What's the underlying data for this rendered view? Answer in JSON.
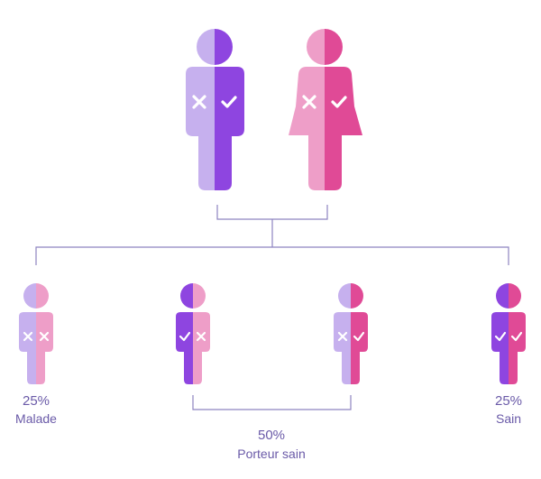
{
  "colors": {
    "light_purple": "#c6b0ee",
    "dark_purple": "#8e45e0",
    "light_pink": "#ee9ec8",
    "dark_pink": "#e04a96",
    "line": "#8e84c0",
    "text": "#6a5aa8",
    "mark": "#ffffff"
  },
  "icons": {
    "cross": "cross-icon",
    "check": "check-icon"
  },
  "parents": [
    {
      "name": "father",
      "left_mark": "cross",
      "right_mark": "check"
    },
    {
      "name": "mother",
      "left_mark": "cross",
      "right_mark": "check"
    }
  ],
  "children": [
    {
      "left_mark": "cross",
      "right_mark": "cross"
    },
    {
      "left_mark": "check",
      "right_mark": "cross"
    },
    {
      "left_mark": "cross",
      "right_mark": "check"
    },
    {
      "left_mark": "check",
      "right_mark": "check"
    }
  ],
  "outcomes": {
    "affected": {
      "percent": "25%",
      "label": "Malade"
    },
    "carrier": {
      "percent": "50%",
      "label": "Porteur sain"
    },
    "healthy": {
      "percent": "25%",
      "label": "Sain"
    }
  }
}
